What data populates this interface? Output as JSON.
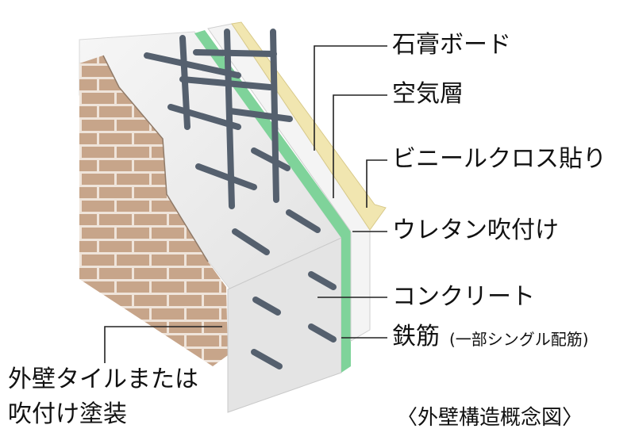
{
  "labels": {
    "gypsum_board": "石膏ボード",
    "air_layer": "空気層",
    "vinyl_cloth": "ビニールクロス貼り",
    "urethane": "ウレタン吹付け",
    "concrete": "コンクリート",
    "rebar": "鉄筋",
    "rebar_note": "(一部シングル配筋)",
    "exterior_line1": "外壁タイルまたは",
    "exterior_line2": "吹付け塗装",
    "caption": "〈外壁構造概念図〉"
  },
  "colors": {
    "tile": "#c7a58a",
    "tile_grout": "#efe4da",
    "concrete_face": "#ededed",
    "concrete_side": "#d6d6d6",
    "rebar": "#55606e",
    "urethane": "#7fd39a",
    "gypsum": "#f4f4f4",
    "vinyl": "#f1e6b0",
    "leader": "#222222"
  }
}
